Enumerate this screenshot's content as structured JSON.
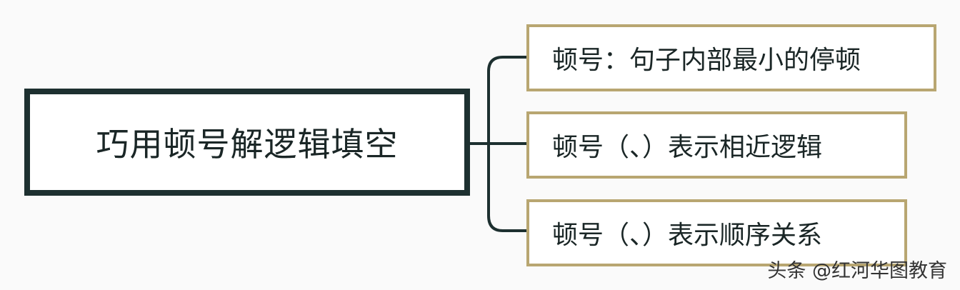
{
  "root": {
    "label": "巧用顿号解逻辑填空"
  },
  "branches": [
    {
      "label": "顿号：句子内部最小的停顿"
    },
    {
      "label": "顿号（、）表示相近逻辑"
    },
    {
      "label": "顿号（、）表示顺序关系"
    }
  ],
  "watermark": "头条 @红河华图教育",
  "colors": {
    "root_border": "#1d3030",
    "branch_border": "#b8a671",
    "connector": "#1d3030",
    "background": "#fafafa"
  }
}
